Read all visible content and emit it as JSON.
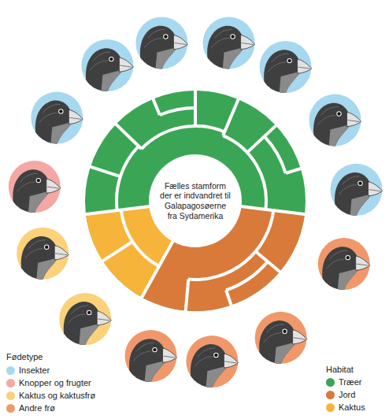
{
  "diagram": {
    "nodes": [
      {
        "text": [
          "Fælles stamform der er indvandret til Galapagosøerne fra Sydamerika"
        ]
      }
    ],
    "labels": [
      "Fødetype",
      "Habitat"
    ],
    "legend": [
      {
        "text": "Insekter",
        "color": "#a6d8ef"
      },
      {
        "text": "Knopper og frugter",
        "color": "#f4a7a3"
      },
      {
        "text": "Kaktus og kaktusfrø",
        "color": "#fbd17a"
      },
      {
        "text": "Andre frø",
        "color": "#f0986a"
      },
      {
        "text": "Træer",
        "color": "#3aa655"
      },
      {
        "text": "Jord",
        "color": "#d97a3b"
      },
      {
        "text": "Kaktus",
        "color": "#f6b43a"
      }
    ]
  }
}
